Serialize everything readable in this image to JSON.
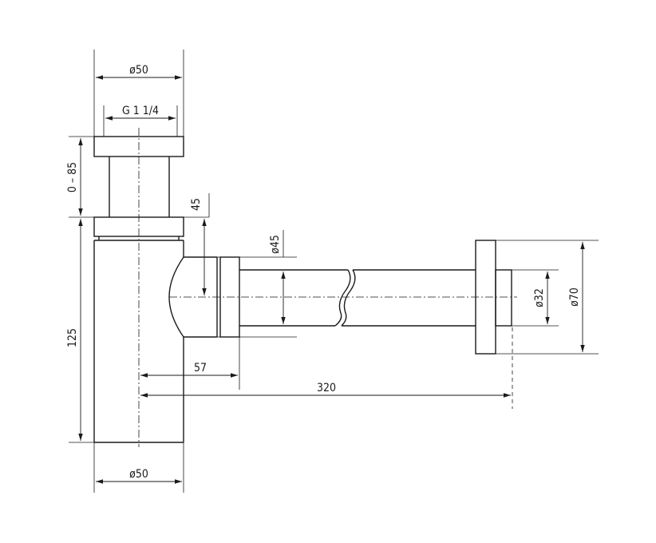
{
  "drawing": {
    "dimensions": {
      "top_diameter": "ø50",
      "thread": "G 1 1/4",
      "height_adjust": "0 – 85",
      "cap_height": "45",
      "body_height": "125",
      "pipe_diameter": "ø45",
      "offset": "57",
      "length": "320",
      "wall_pipe": "ø32",
      "rosette": "ø70",
      "bottom_diameter": "ø50"
    }
  }
}
